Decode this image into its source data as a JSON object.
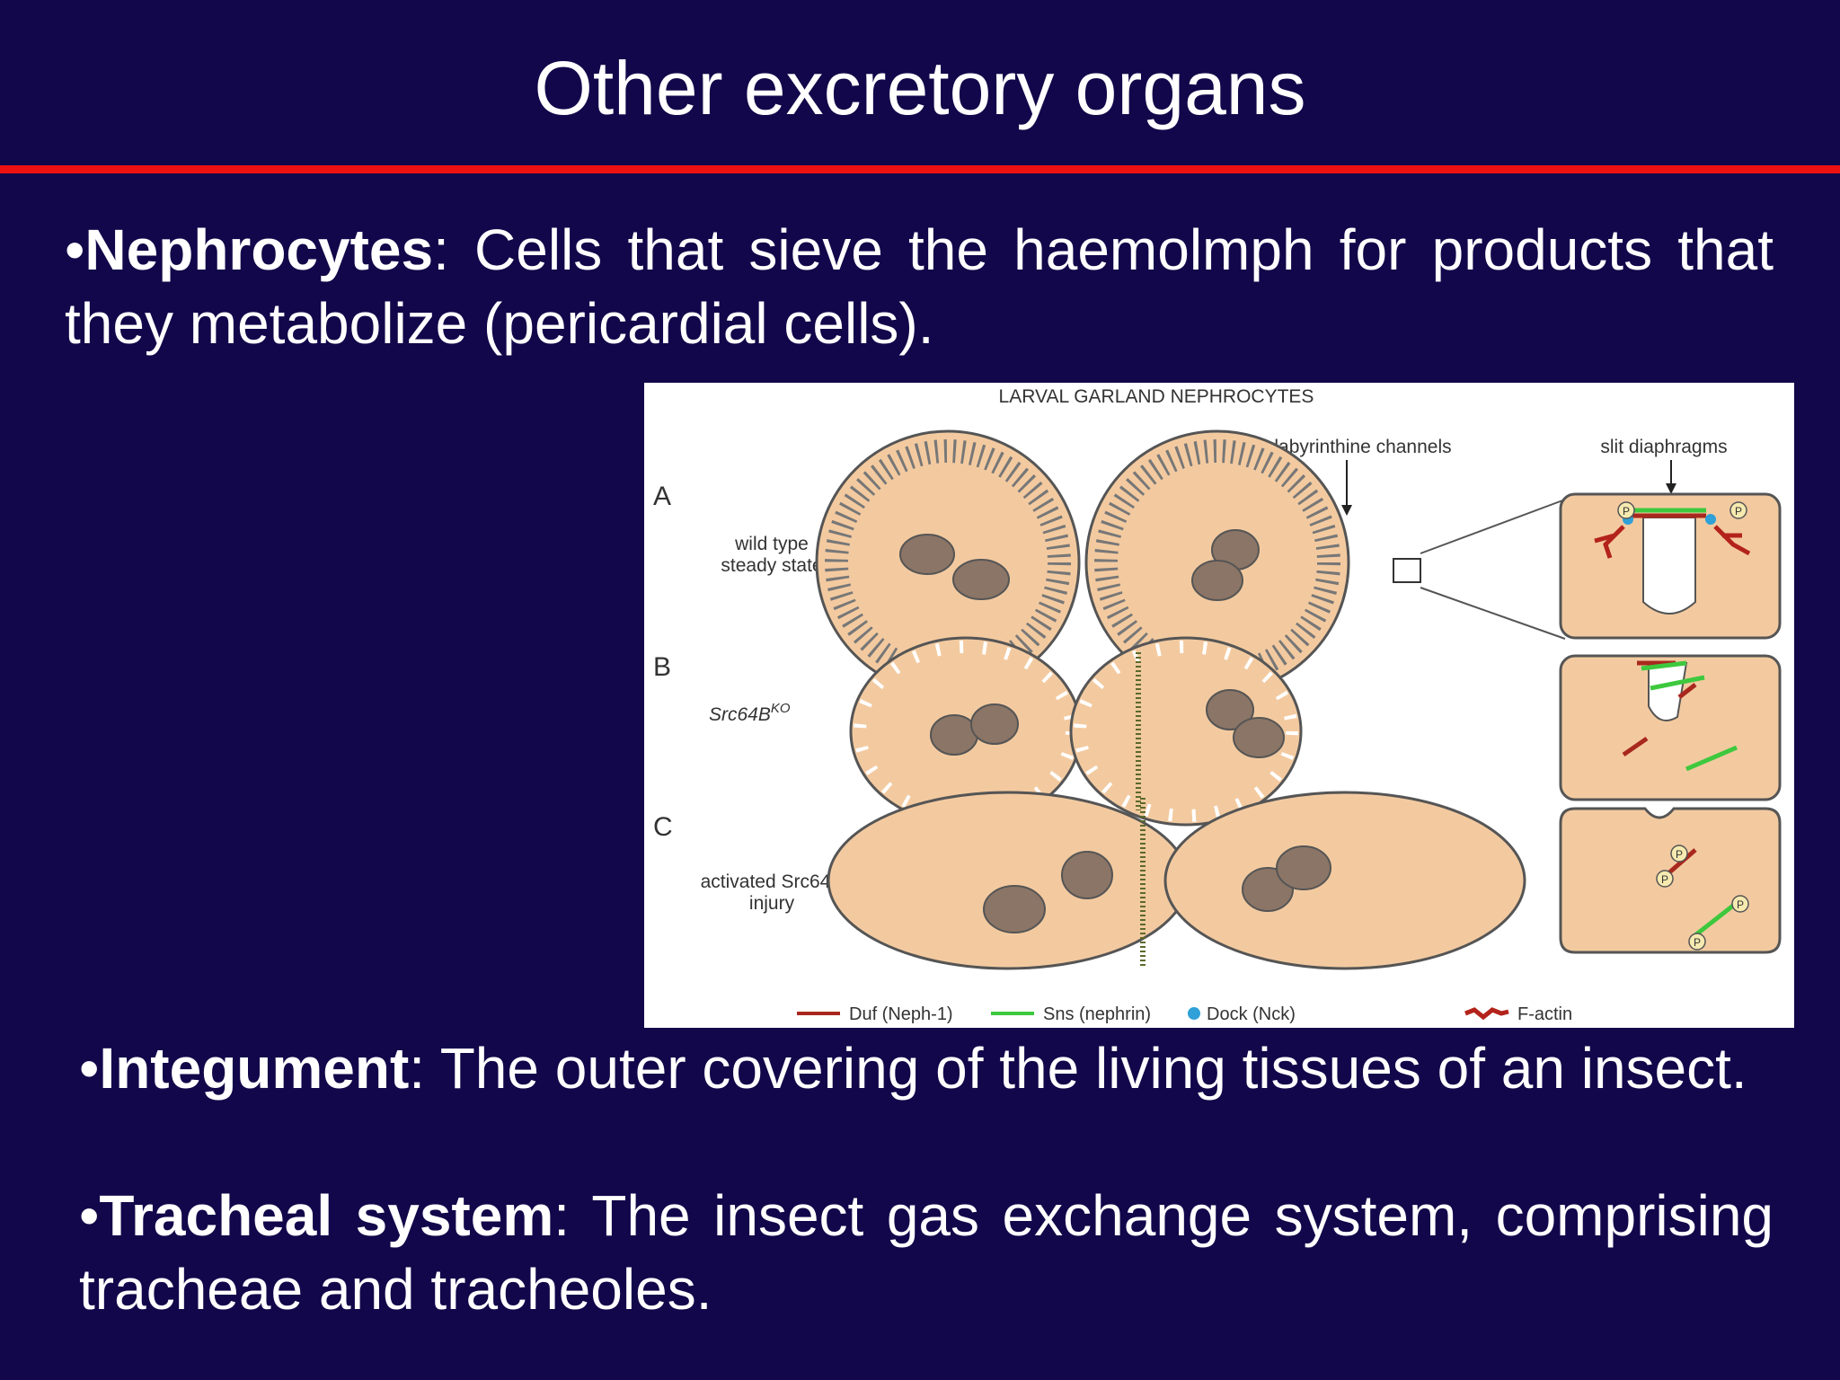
{
  "slide": {
    "title": "Other excretory organs"
  },
  "bullets": [
    {
      "marker": "•",
      "term": "Nephrocytes",
      "text": ": Cells that sieve the haemolmph for products that they metabolize (pericardial cells)."
    },
    {
      "marker": "•",
      "term": "Integument",
      "text": ": The outer covering of the living tissues of an insect."
    },
    {
      "marker": "•",
      "term": "Tracheal system",
      "text": ": The insect gas exchange system, comprising tracheae and tracheoles."
    }
  ],
  "figure": {
    "title": "LARVAL GARLAND NEPHROCYTES",
    "annotations": {
      "labyrinthine": "labyrinthine channels",
      "slit": "slit diaphragms"
    },
    "panels": [
      {
        "letter": "A",
        "label_line1": "wild type",
        "label_line2": "steady state"
      },
      {
        "letter": "B",
        "label_base": "Src64B",
        "label_sup": "KO"
      },
      {
        "letter": "C",
        "label_line1": "activated Src64B",
        "label_line2": "injury"
      }
    ],
    "phospho_label": "P",
    "legend": [
      {
        "label": "Duf (Neph-1)",
        "color": "#a8281e"
      },
      {
        "label": "Sns (nephrin)",
        "color": "#3ec83e"
      },
      {
        "label": "Dock (Nck)",
        "color": "#2fa0d8"
      },
      {
        "label": "F-actin",
        "color": "#b3231b"
      }
    ],
    "colors": {
      "cell": "#f3caa0",
      "nucleus": "#8b7566",
      "outline": "#555555"
    }
  }
}
